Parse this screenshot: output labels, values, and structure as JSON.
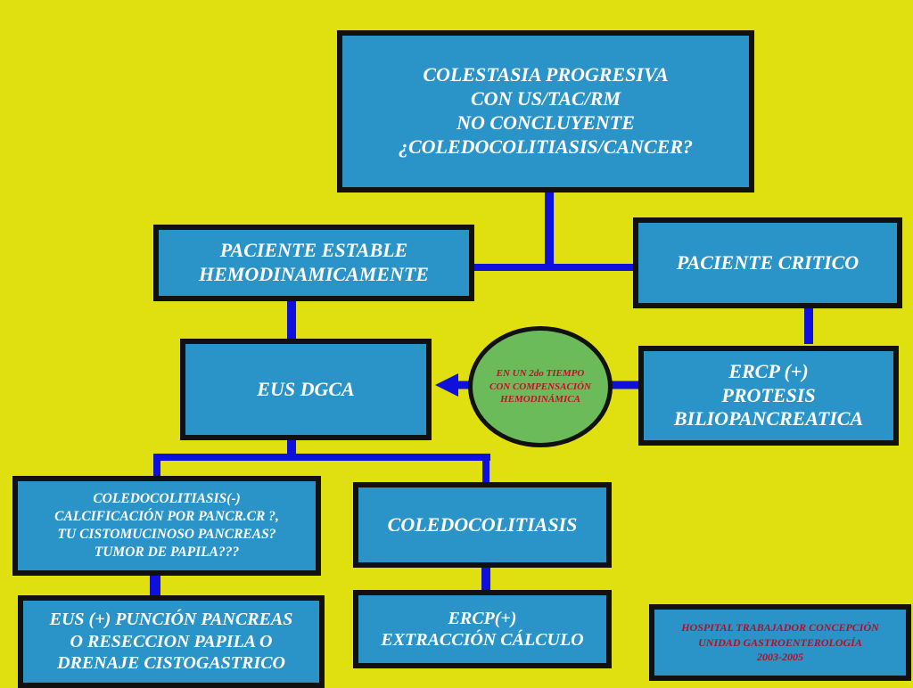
{
  "colors": {
    "background": "#e0e010",
    "box": "#2a94c8",
    "border": "#111111",
    "connector": "#1010dd",
    "ellipse": "#6cbb5a",
    "ellipse_text": "#c0102a",
    "footer_text": "#b0102a"
  },
  "nodes": {
    "colestasia": "COLESTASIA PROGRESIVA\nCON US/TAC/RM\nNO CONCLUYENTE\n¿COLEDOCOLITIASIS/CANCER?",
    "estable": "PACIENTE ESTABLE\nHEMODINAMICAMENTE",
    "critico": "PACIENTE CRITICO",
    "eus": "EUS DGCA",
    "ercp_protesis": "ERCP (+)\nPROTESIS\nBILIOPANCREATICA",
    "coledoco_neg": "COLEDOCOLITIASIS(-)\nCALCIFICACIÓN POR PANCR.CR ?,\nTU CISTOMUCINOSO PANCREAS?\nTUMOR DE PAPILA???",
    "coledoco": "COLEDOCOLITIASIS",
    "eus_puncion": "EUS (+) PUNCIÓN PANCREAS\nO RESECCION PAPILA O\nDRENAJE CISTOGASTRICO",
    "ercp_extraccion": "ERCP(+)\nEXTRACCIÓN CÁLCULO"
  },
  "ellipse_text": "EN UN 2do TIEMPO\nCON COMPENSACIÓN\nHEMODINÁMICA",
  "footer": "HOSPITAL TRABAJADOR CONCEPCIÓN\nUNIDAD GASTROENTEROLOGÍA\n2003-2005"
}
